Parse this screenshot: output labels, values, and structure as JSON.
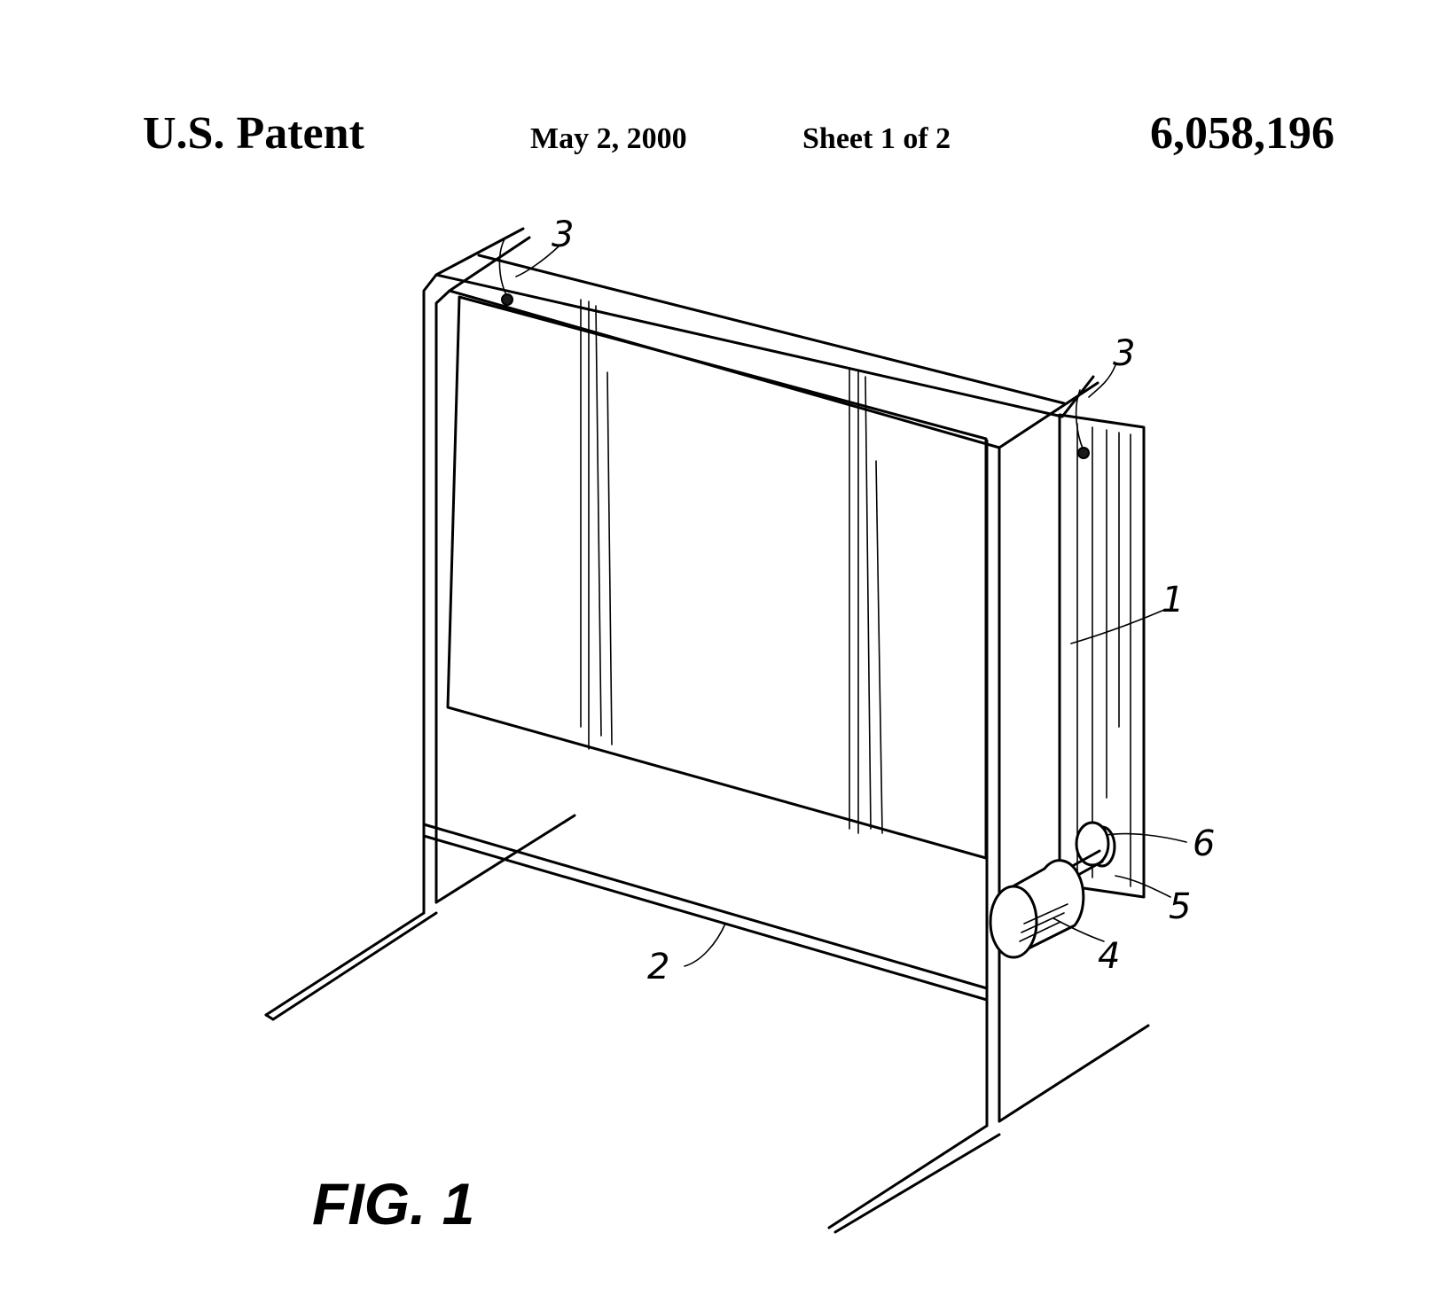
{
  "header": {
    "patent_label": "U.S. Patent",
    "date": "May 2, 2000",
    "sheet": "Sheet 1 of 2",
    "patent_number": "6,058,196"
  },
  "figure": {
    "label": "FIG. 1",
    "reference_numerals": {
      "screen": "1",
      "crossbar": "2",
      "hook_left": "3",
      "hook_right": "3",
      "motor": "4",
      "shaft": "5",
      "wheel": "6"
    }
  }
}
